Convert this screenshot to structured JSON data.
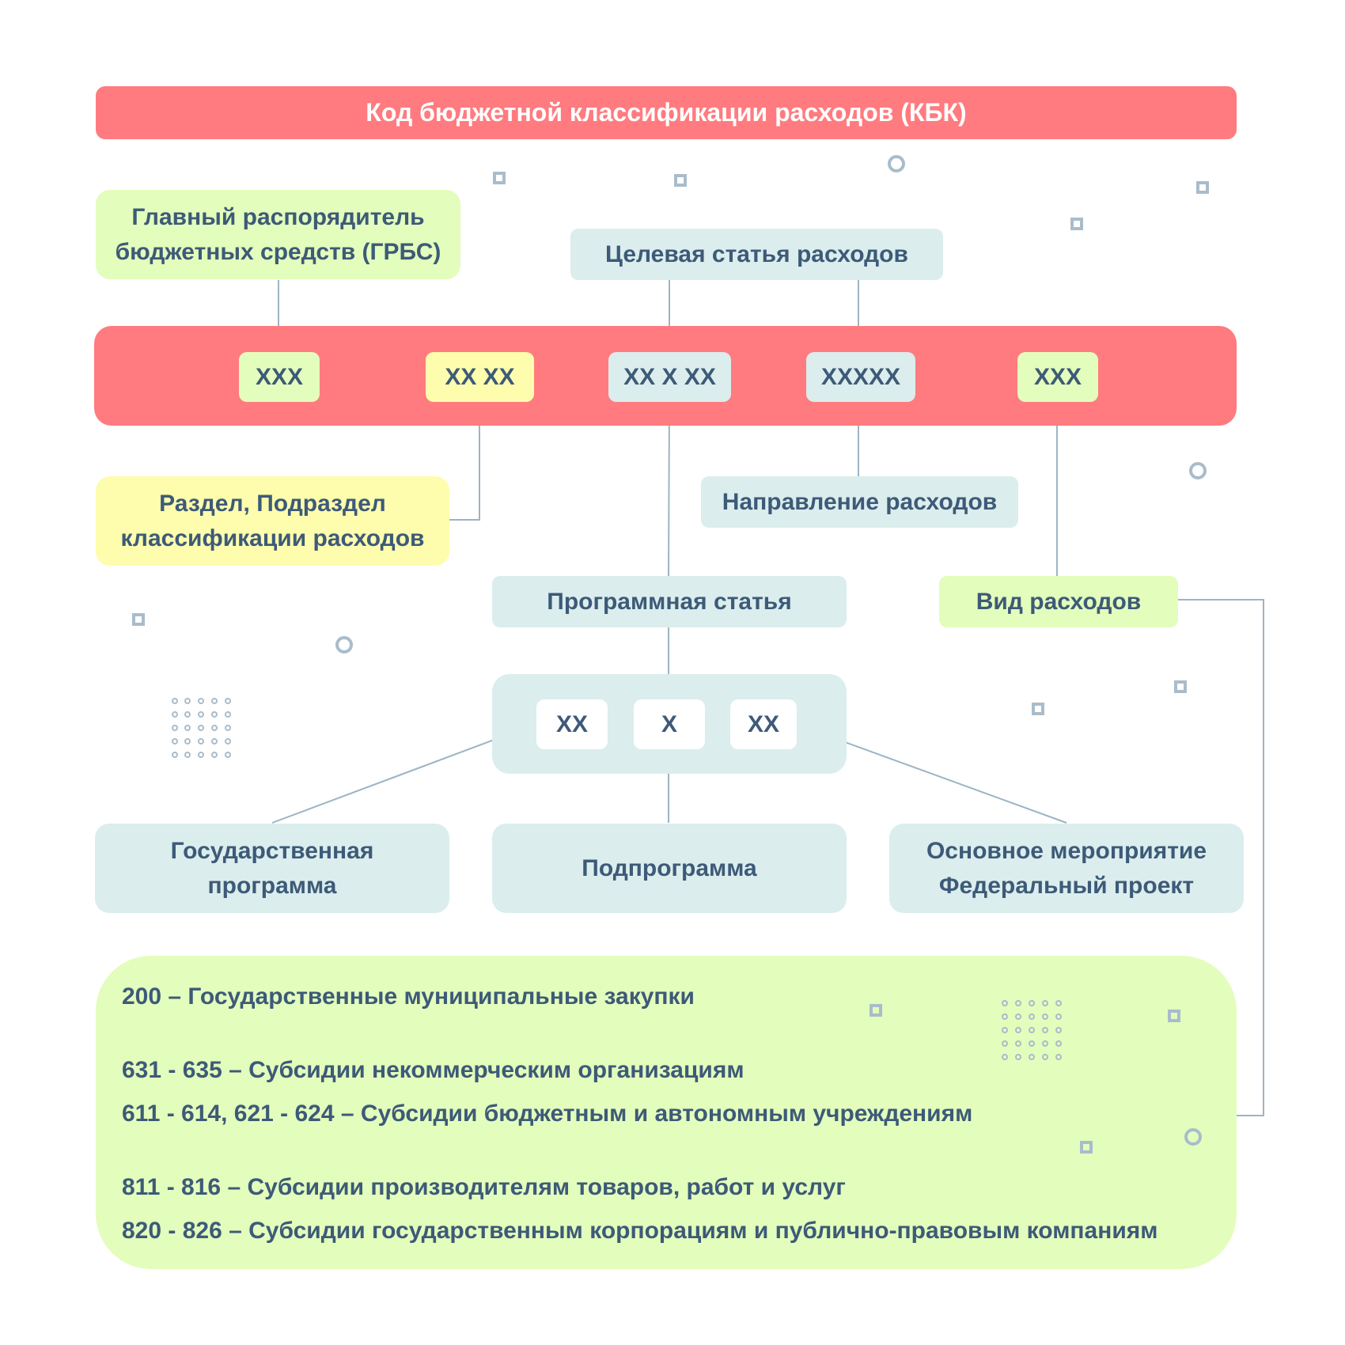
{
  "title": "Код бюджетной классификации расходов (КБК)",
  "codes": [
    "ХХХ",
    "ХХ ХХ",
    "ХХ Х ХХ",
    "ХХХХХ",
    "ХХХ"
  ],
  "sub_codes": [
    "ХХ",
    "Х",
    "ХХ"
  ],
  "labels": {
    "grbs_line1": "Главный распорядитель",
    "grbs_line2": "бюджетных средств (ГРБС)",
    "target_article": "Целевая статья расходов",
    "section_line1": "Раздел, Подраздел",
    "section_line2": "классификации расходов",
    "direction": "Направление расходов",
    "program_article": "Программная статья",
    "expense_type": "Вид расходов",
    "state_program_line1": "Государственная",
    "state_program_line2": "программа",
    "subprogram": "Подпрограмма",
    "main_event_line1": "Основное мероприятие",
    "main_event_line2": "Федеральный проект"
  },
  "legend": [
    "200 – Государственные муниципальные закупки",
    "631 - 635 – Субсидии некоммерческим организациям",
    "611 - 614, 621 - 624 – Субсидии бюджетным и автономным учреждениям",
    "811 - 816 – Субсидии производителям товаров, работ и услуг",
    "820 - 826 – Субсидии государственным корпорациям и публично-правовым компаниям"
  ],
  "colors": {
    "red": "#ff7b7f",
    "green": "#e3fdbc",
    "yellow": "#fdfdad",
    "teal": "#dbeded",
    "text": "#3d5a78",
    "line": "#9db4c4"
  }
}
